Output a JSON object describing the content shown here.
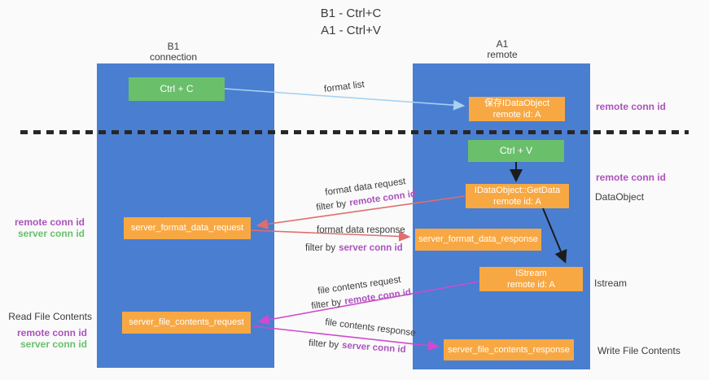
{
  "colors": {
    "bg": "#fafafa",
    "lane_blue": "#4a7ed1",
    "orange": "#f8a843",
    "green": "#6abf6b",
    "purple": "#ab53bd",
    "label_green": "#67c06a",
    "salmon": "#e16d6d",
    "magenta": "#ce4bce",
    "light_blue": "#a8d2f0",
    "black_arrow": "#1c1c1c",
    "dark_text": "#3c3c3c"
  },
  "title": {
    "line1": "B1 - Ctrl+C",
    "line2": "A1 - Ctrl+V"
  },
  "lanes": {
    "left": {
      "line1": "B1",
      "line2": "connection"
    },
    "right": {
      "line1": "A1",
      "line2": "remote"
    }
  },
  "nodes": {
    "ctrl_c": "Ctrl + C",
    "ctrl_v": "Ctrl + V",
    "save_dataobject": {
      "line1": "保存IDataObject",
      "line2": "remote id: A"
    },
    "getdata": {
      "line1": "IDataObject::GetData",
      "line2": "remote id: A"
    },
    "istream": {
      "line1": "IStream",
      "line2": "remote id: A"
    },
    "format_request": "server_format_data_request",
    "format_response": "server_format_data_response",
    "file_request": "server_file_contents_request",
    "file_response": "server_file_contents_response"
  },
  "side_labels": {
    "right_remote_conn_id_top": "remote conn id",
    "right_remote_conn_id_mid": "remote conn id",
    "dataobject": "DataObject",
    "istream": "Istream",
    "write_file_contents": "Write File Contents",
    "left_remote_conn_id_1": "remote conn id",
    "left_server_conn_id_1": "server conn id",
    "read_file_contents": "Read File Contents",
    "left_remote_conn_id_2": "remote conn id",
    "left_server_conn_id_2": "server conn id"
  },
  "arrow_labels": {
    "format_list": "format list",
    "format_data_request": "format data request",
    "format_data_response": "format data response",
    "file_contents_request": "file contents request",
    "file_contents_response": "file contents response",
    "filter_by": "filter by",
    "remote_conn_id": "remote conn id",
    "server_conn_id": "server conn id"
  }
}
